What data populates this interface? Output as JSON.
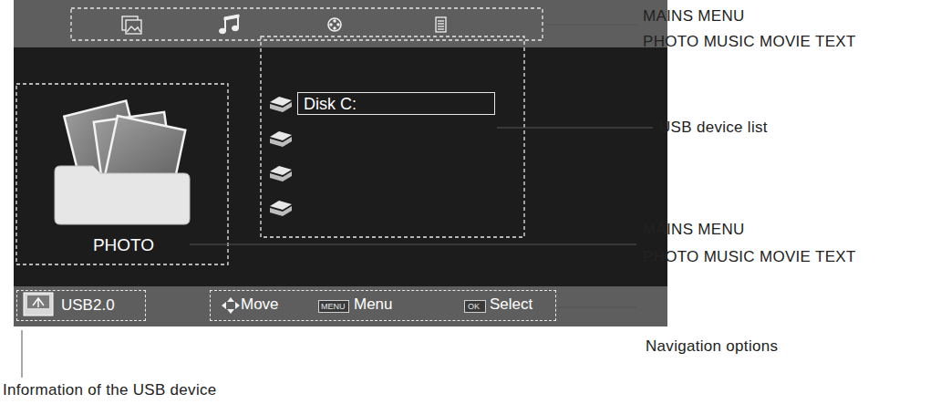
{
  "diagram": {
    "nodes": [
      {
        "text": [
          "PHOTO"
        ]
      },
      {
        "text": [
          "Disk C:"
        ]
      },
      {
        "text": [
          "USB2.0"
        ]
      },
      {
        "text": [
          "Move",
          "Menu",
          "Select"
        ]
      },
      {
        "text": [
          "MENU"
        ],
        "in": 3
      },
      {
        "text": [
          "OK"
        ],
        "in": 3
      }
    ],
    "labels": [
      "MAINS MENU",
      "PHOTO MUSIC MOVIE TEXT",
      "USB device list",
      "MAINS MENU",
      "PHOTO MUSIC MOVIE TEXT",
      "Navigation options",
      "Information of the USB device"
    ]
  }
}
